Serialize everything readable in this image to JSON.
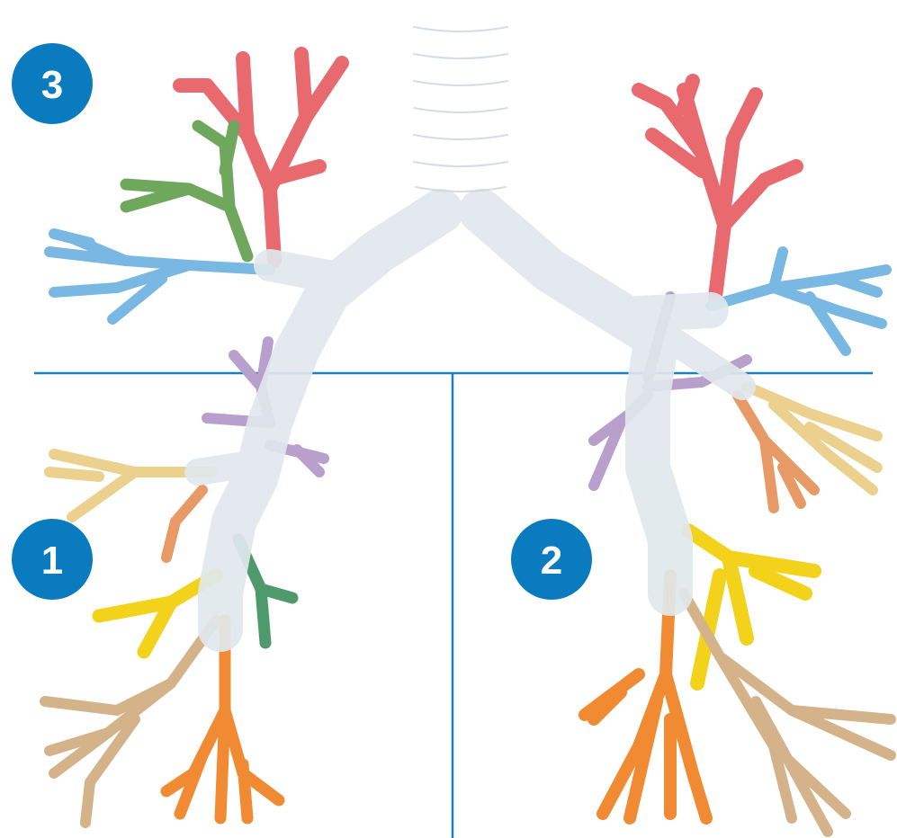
{
  "badges": [
    {
      "id": "region-1",
      "label": "1"
    },
    {
      "id": "region-2",
      "label": "2"
    },
    {
      "id": "region-3",
      "label": "3"
    }
  ],
  "colors": {
    "badge": "#0b7bbf",
    "divider": "#1b7fc4",
    "trachea": "#e6ecf0",
    "upper_lobe_apical": "#e8696e",
    "upper_lobe_posterior": "#6fa85c",
    "upper_lobe_anterior": "#78b8e2",
    "superior_lower": "#b9a0cc",
    "lateral_basal": "#ecd08e",
    "medial": "#e79a66",
    "lingula": "#f2d21a",
    "anterior_basal": "#f08a33",
    "posterior_basal": "#d5b38a",
    "middle_green": "#4f9a6c"
  }
}
